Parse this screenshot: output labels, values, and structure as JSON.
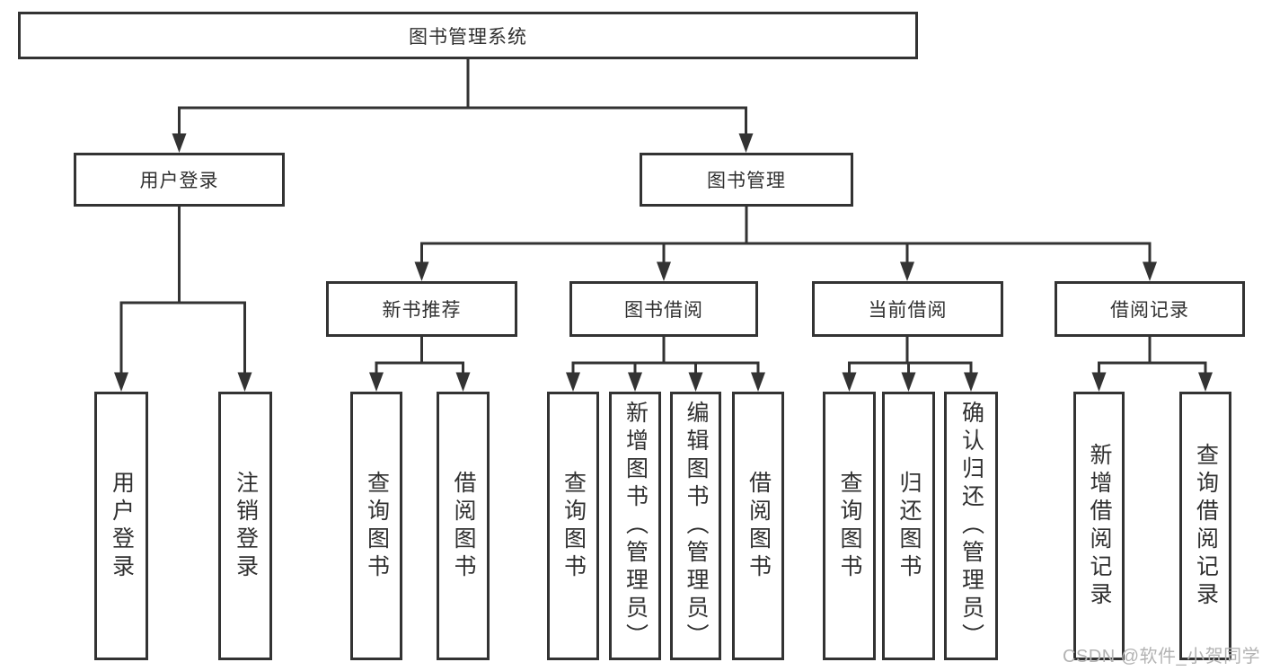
{
  "diagram": {
    "root": {
      "label": "图书管理系统"
    },
    "branches": [
      {
        "label": "用户登录",
        "leaves": [
          {
            "label": "用户登录"
          },
          {
            "label": "注销登录"
          }
        ]
      },
      {
        "label": "图书管理",
        "groups": [
          {
            "label": "新书推荐",
            "leaves": [
              {
                "label": "查询图书"
              },
              {
                "label": "借阅图书"
              }
            ]
          },
          {
            "label": "图书借阅",
            "leaves": [
              {
                "label": "查询图书"
              },
              {
                "label": "新增图书（管理员）"
              },
              {
                "label": "编辑图书（管理员）"
              },
              {
                "label": "借阅图书"
              }
            ]
          },
          {
            "label": "当前借阅",
            "leaves": [
              {
                "label": "查询图书"
              },
              {
                "label": "归还图书"
              },
              {
                "label": "确认归还（管理员）"
              }
            ]
          },
          {
            "label": "借阅记录",
            "leaves": [
              {
                "label": "新增借阅记录"
              },
              {
                "label": "查询借阅记录"
              }
            ]
          }
        ]
      }
    ],
    "colors": {
      "line": "#333333",
      "text": "#303030",
      "watermark": "#b3b3b3",
      "background": "#ffffff"
    },
    "watermark": "CSDN @软件_小贺同学"
  }
}
